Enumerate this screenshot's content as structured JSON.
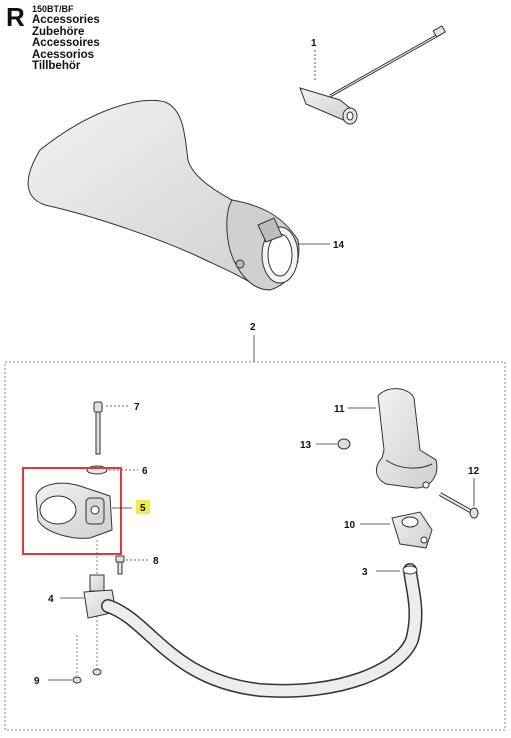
{
  "header": {
    "section_letter": "R",
    "model": "150BT/BF",
    "titles": [
      "Accessories",
      "Zubehöre",
      "Accessoires",
      "Acessorios",
      "Tillbehör"
    ]
  },
  "callouts": {
    "c1": "1",
    "c14": "14",
    "c2": "2",
    "c7": "7",
    "c6": "6",
    "c5": "5",
    "c8": "8",
    "c4": "4",
    "c9": "9",
    "c11": "11",
    "c13": "13",
    "c12": "12",
    "c10": "10",
    "c3": "3"
  },
  "colors": {
    "highlight_box": "#e03a3a",
    "highlight_label": "#f5e94a",
    "line": "#333333",
    "shade": "#dcdcdc"
  }
}
